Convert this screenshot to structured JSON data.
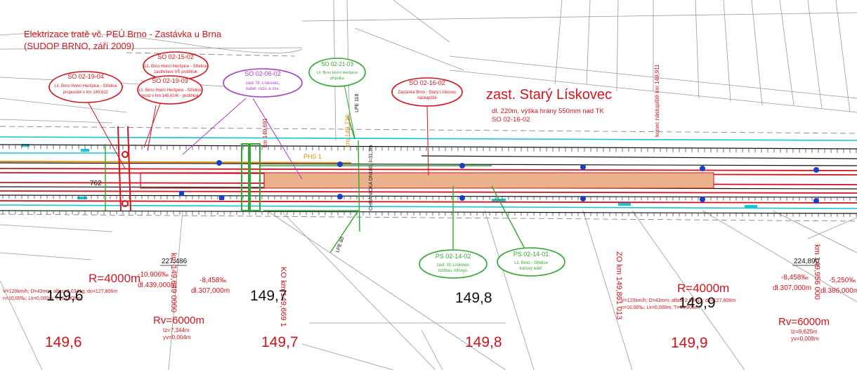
{
  "header": {
    "title_line1": "Elektrizace tratě vč. PEÚ Brno - Zastávka u Brna",
    "title_line2": "(SUDOP BRNO, září 2009)"
  },
  "station": {
    "name": "zast. Starý Lískovec",
    "details": "dl. 220m, výška hrany 550mm nad TK",
    "code": "SO 02-16-02"
  },
  "callouts": {
    "c1": {
      "code": "SO 02-19-04",
      "l1": "Lš. Brno Horní Heršpice - Střelice",
      "l2": "propustek v km 149,622"
    },
    "c2": {
      "code": "SO 02-15-02",
      "l1": "Lš. Brno Horní Heršpice - Střelice",
      "l2": "zastřešení VŠ protihluk"
    },
    "c3": {
      "code": "SO 02-19-03",
      "l1": "Lš. Brno Horní Heršpice - Střelice",
      "l2": "most v km 149,KUK - protihluk"
    },
    "c4": {
      "code": "SO 02-06-02",
      "l1": "zast. St. Lískovec,",
      "l2": "kabel. rozv. a osv."
    },
    "c5": {
      "code": "SO 02-21-03",
      "l1": "Lš. Brno Horní Heršpice",
      "l2": "přípojka"
    },
    "c6": {
      "code": "SO 02-16-02",
      "l1": "Zastávka Brno - Starý Lískovec",
      "l2": "nástupiště"
    },
    "c7": {
      "code": "PS 02-14-02",
      "l1": "zast. St. Lískovec",
      "l2": "rozhlas, infosys."
    },
    "c8": {
      "code": "PS 02-14-01",
      "l1": "Lš. Brno - Střelice",
      "l2": "traťový telef."
    }
  },
  "km_labels": {
    "vert1": "km 149,649 0000",
    "vert2": "KO km 149,669 1",
    "vert3": "ZO km 149,861 013",
    "vert4": "km 149,956 000",
    "vert5": "km 149,691",
    "vert6": "km 149,730",
    "vert7": "konec nástupiště km 149,911",
    "len1": "227,486",
    "len2": "224,890",
    "lpe1": "LPE 118",
    "lpe2": "LPE 80",
    "phs": "PHS 1"
  },
  "curves": {
    "r1": "R=4000m",
    "r2": "R=4000m",
    "rv1": "Rv=6000m",
    "rv2": "Rv=6000m",
    "rv1_t": "tz=7,344m",
    "rv1_y": "yv=0,004m",
    "rv2_t": "tz=9,625m",
    "rv2_y": "yv=0,008m",
    "params1a": "V=120km/h; D=43mm; alfas=2,0341g; do=127,806m",
    "params1b": "n=10,00‰; Lk=0,000m; T=63,908m;",
    "params2a": "V=120km/h; D=43mm; alfas=2,0341g; do=127,806m",
    "params2b": "n=10,00‰; Lk=0,000m; T=63,908m;",
    "grad1": "-10,906‰",
    "grad1_len": "dl.439,000m",
    "grad2": "-8,458‰",
    "grad2_len": "dl.307,000m",
    "grad3": "-8,458‰",
    "grad3_len": "dl.307,000m",
    "grad4": "-5,250‰",
    "grad4_len": "dl.386,000m"
  },
  "stationing_black": [
    "149,6",
    "149,7",
    "149,8",
    "149,9"
  ],
  "stationing_red": [
    "149,6",
    "149,7",
    "149,8",
    "149,9"
  ],
  "misc": {
    "num762": "762",
    "kabel": "CHRÁNIČKA DN100, l=31,3m"
  },
  "colors": {
    "red": "#d4141c",
    "green": "#2ea82e",
    "purple": "#a83cc8",
    "cyan": "#18c4d8",
    "blue": "#1a3fc4",
    "orange": "#e08a12",
    "platform": "#eab28c",
    "black": "#111111"
  }
}
